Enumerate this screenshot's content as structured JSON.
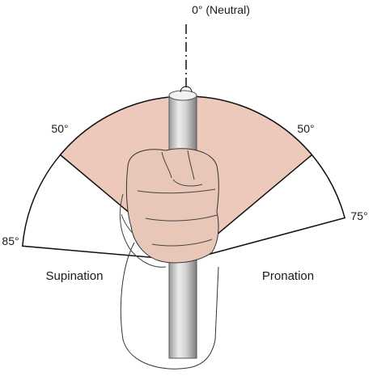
{
  "labels": {
    "neutral": "0° (Neutral)",
    "supination_limit": "85°",
    "supination_functional": "50°",
    "pronation_functional": "50°",
    "pronation_limit": "75°",
    "supination": "Supination",
    "pronation": "Pronation"
  },
  "angles": {
    "supination_total": 85,
    "supination_functional": 50,
    "pronation_functional": 50,
    "pronation_total": 75
  },
  "colors": {
    "functional_zone": "#ecc9bb",
    "outline": "#111111",
    "rod_light": "#e9e9e9",
    "rod_dark": "#8c8c8c",
    "fist_fill": "#e8c7b8"
  }
}
